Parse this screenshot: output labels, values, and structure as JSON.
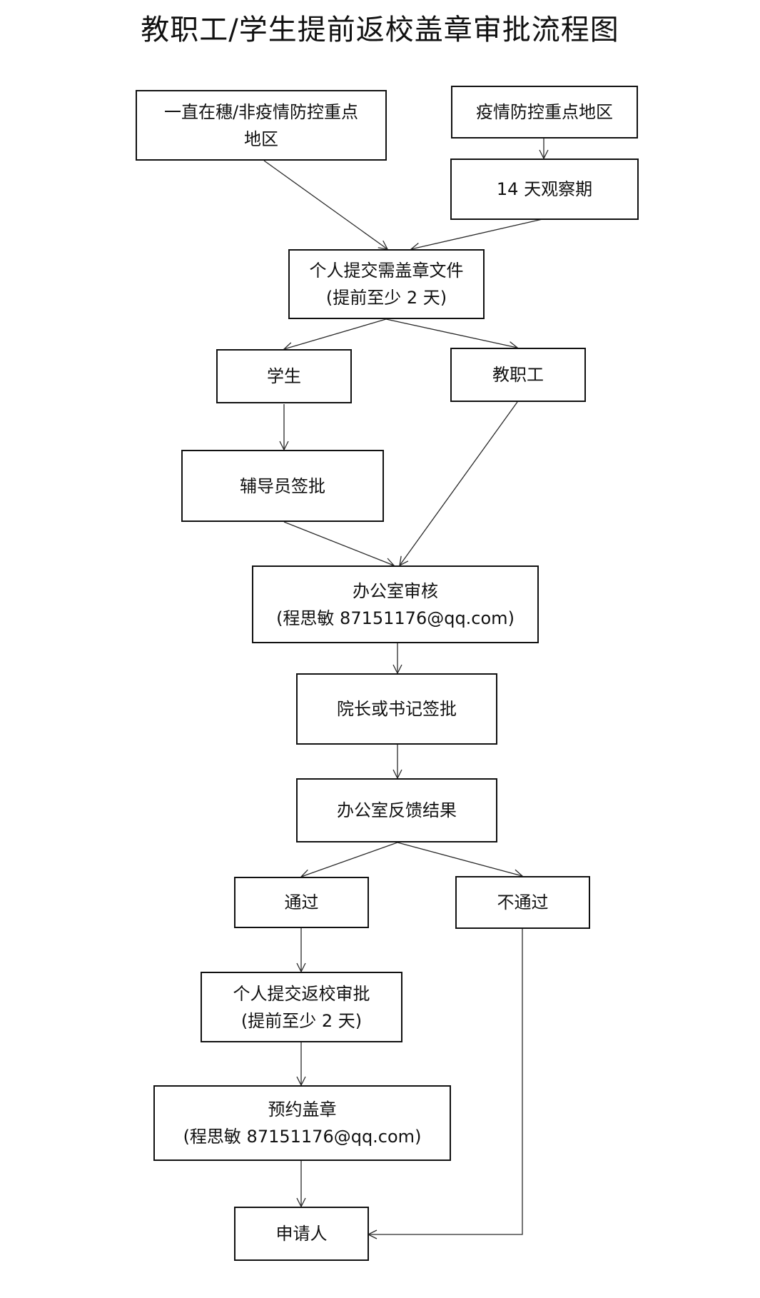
{
  "title": "教职工/学生提前返校盖章审批流程图",
  "nodes": {
    "local_region": {
      "line1": "一直在穗/非疫情防控重点",
      "line2": "地区"
    },
    "key_region": {
      "line1": "疫情防控重点地区"
    },
    "observation": {
      "line1": "14 天观察期"
    },
    "submit_docs": {
      "line1": "个人提交需盖章文件",
      "line2": "(提前至少 2 天)"
    },
    "student": {
      "line1": "学生"
    },
    "staff": {
      "line1": "教职工"
    },
    "counselor": {
      "line1": "辅导员签批"
    },
    "office_review": {
      "line1": "办公室审核",
      "line2": "(程思敏 87151176@qq.com)"
    },
    "dean": {
      "line1": "院长或书记签批"
    },
    "office_feedback": {
      "line1": "办公室反馈结果"
    },
    "pass": {
      "line1": "通过"
    },
    "fail": {
      "line1": "不通过"
    },
    "return_approval": {
      "line1": "个人提交返校审批",
      "line2": "(提前至少 2 天)"
    },
    "stamp": {
      "line1": "预约盖章",
      "line2": "(程思敏 87151176@qq.com)"
    },
    "applicant": {
      "line1": "申请人"
    }
  }
}
